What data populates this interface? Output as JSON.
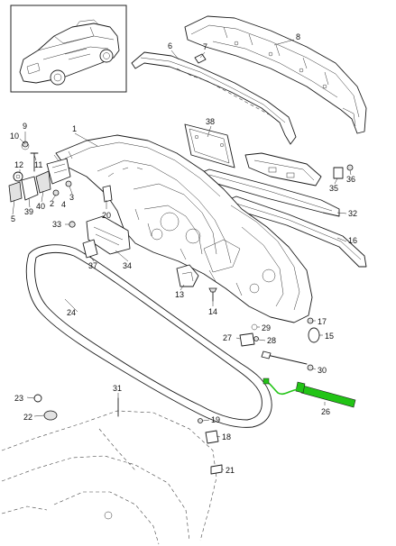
{
  "diagram": {
    "highlight_color": "#22c416",
    "line_color": "#1a1a1a",
    "callouts": [
      {
        "id": "c1",
        "label": "1"
      },
      {
        "id": "c2",
        "label": "2"
      },
      {
        "id": "c3",
        "label": "3"
      },
      {
        "id": "c4",
        "label": "4"
      },
      {
        "id": "c5",
        "label": "5"
      },
      {
        "id": "c6",
        "label": "6"
      },
      {
        "id": "c7",
        "label": "7"
      },
      {
        "id": "c8",
        "label": "8"
      },
      {
        "id": "c9",
        "label": "9"
      },
      {
        "id": "c10",
        "label": "10"
      },
      {
        "id": "c11",
        "label": "11"
      },
      {
        "id": "c12",
        "label": "12"
      },
      {
        "id": "c13",
        "label": "13"
      },
      {
        "id": "c14",
        "label": "14"
      },
      {
        "id": "c15",
        "label": "15"
      },
      {
        "id": "c16",
        "label": "16"
      },
      {
        "id": "c17",
        "label": "17"
      },
      {
        "id": "c18",
        "label": "18"
      },
      {
        "id": "c19",
        "label": "19"
      },
      {
        "id": "c20",
        "label": "20"
      },
      {
        "id": "c21",
        "label": "21"
      },
      {
        "id": "c22",
        "label": "22"
      },
      {
        "id": "c23",
        "label": "23"
      },
      {
        "id": "c24",
        "label": "24"
      },
      {
        "id": "c26",
        "label": "26"
      },
      {
        "id": "c27",
        "label": "27"
      },
      {
        "id": "c28",
        "label": "28"
      },
      {
        "id": "c29",
        "label": "29"
      },
      {
        "id": "c30",
        "label": "30"
      },
      {
        "id": "c31",
        "label": "31"
      },
      {
        "id": "c32",
        "label": "32"
      },
      {
        "id": "c33",
        "label": "33"
      },
      {
        "id": "c34",
        "label": "34"
      },
      {
        "id": "c35",
        "label": "35"
      },
      {
        "id": "c36",
        "label": "36"
      },
      {
        "id": "c37",
        "label": "37"
      },
      {
        "id": "c38",
        "label": "38"
      },
      {
        "id": "c39",
        "label": "39"
      },
      {
        "id": "c40",
        "label": "40"
      }
    ]
  }
}
